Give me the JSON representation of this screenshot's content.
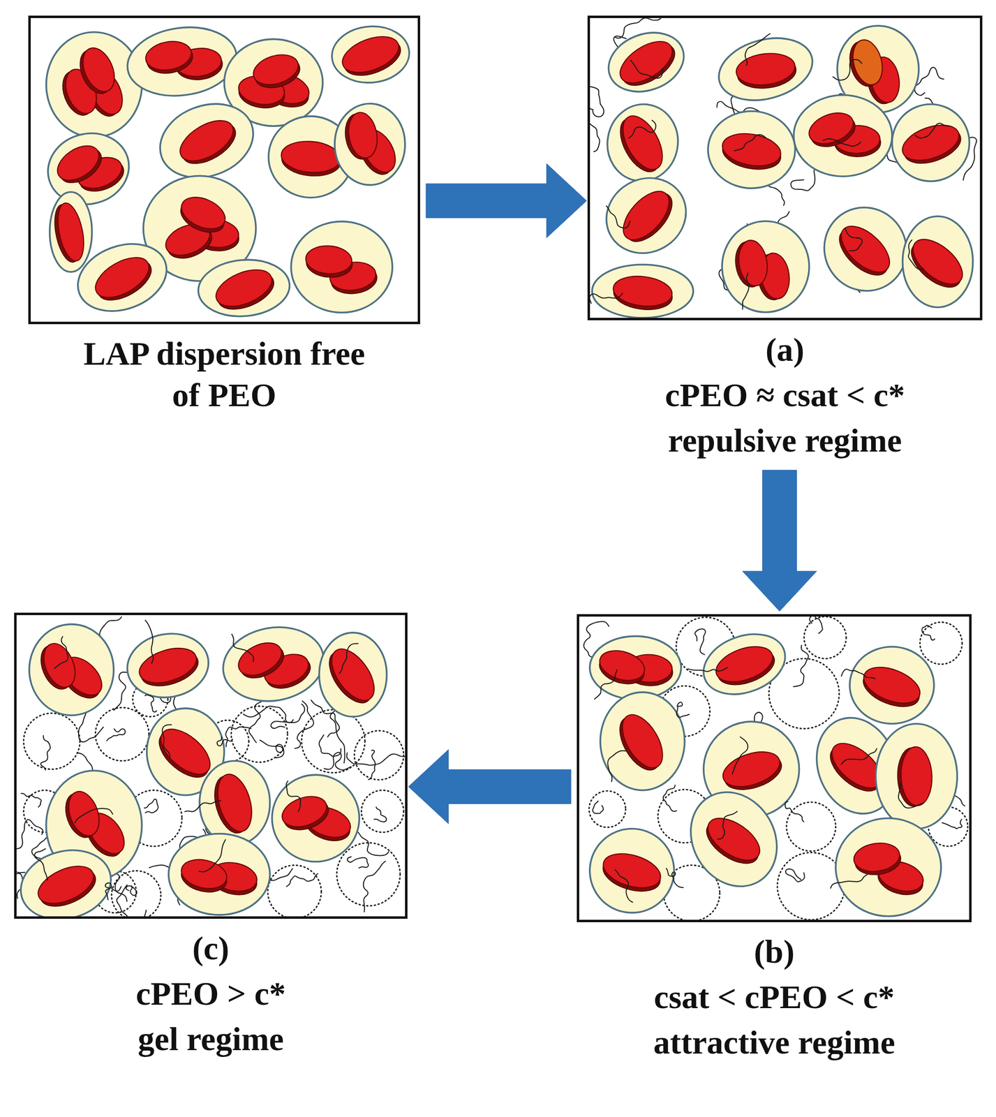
{
  "diagram": {
    "nodes": [
      {
        "text": [
          "LAP dispersion free of PEO"
        ]
      },
      {
        "text": [
          "(a)",
          "cPEO ≈ csat < c*",
          "repulsive regime"
        ]
      },
      {
        "text": [
          "(b)",
          "csat < cPEO < c*",
          "attractive regime"
        ]
      },
      {
        "text": [
          "(c)",
          "cPEO > c*",
          "gel regime"
        ]
      }
    ],
    "edges": [
      {
        "from": 0,
        "to": 1,
        "arrow": "to"
      },
      {
        "from": 1,
        "to": 2,
        "arrow": "to"
      },
      {
        "from": 2,
        "to": 3,
        "arrow": "to"
      }
    ]
  }
}
